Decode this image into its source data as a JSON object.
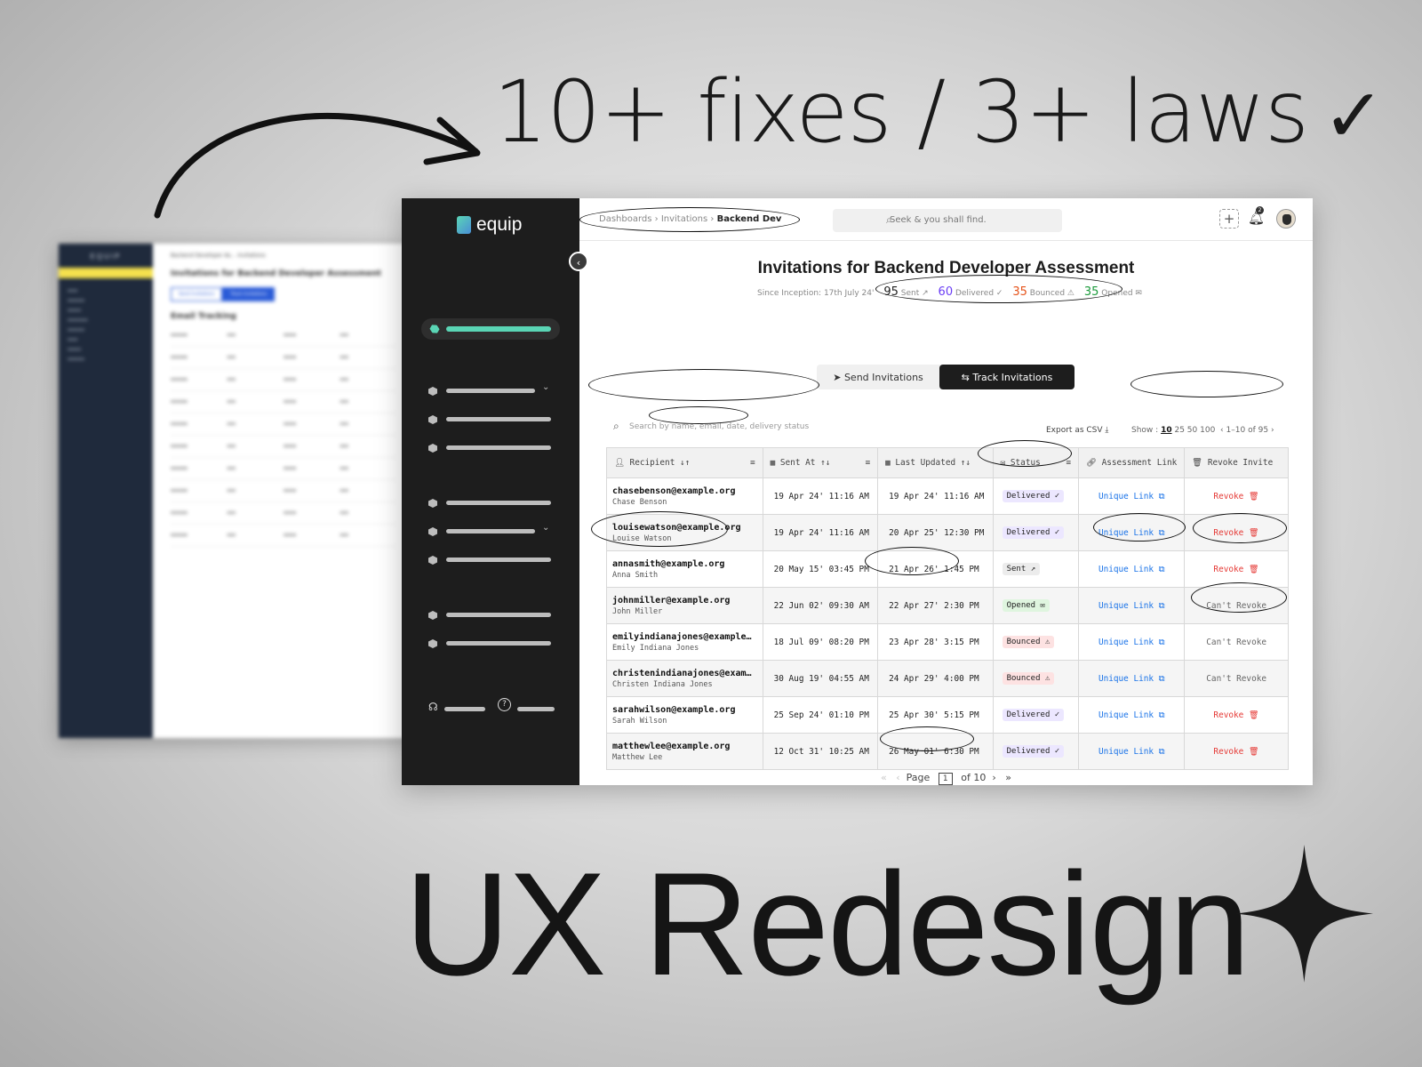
{
  "headline": {
    "text": "10+ fixes / 3+ laws",
    "check": "✓"
  },
  "big_title": "UX Redesign",
  "old_screen": {
    "logo": "EQUIP",
    "breadcrumb": "Backend Developer As... Invitations",
    "title": "Invitations for Backend Developer Assessment",
    "tabs": [
      "Send Invitations",
      "Track Invitations"
    ],
    "section": "Email Tracking"
  },
  "app": {
    "brand": "equip",
    "breadcrumb": {
      "part1": "Dashboards",
      "part2": "Invitations",
      "current": "Backend Dev"
    },
    "search_placeholder": "Seek & you shall find.",
    "notif_count": "2",
    "page_title": "Invitations for Backend Developer Assessment",
    "since": "Since Inception: 17th July 24'",
    "stats": {
      "sent_n": "95",
      "sent_l": "Sent ↗",
      "delivered_n": "60",
      "delivered_l": "Delivered ✓",
      "bounced_n": "35",
      "bounced_l": "Bounced ⚠",
      "opened_n": "35",
      "opened_l": "Opened ✉"
    },
    "tabs": {
      "send": "Send Invitations",
      "track": "Track Invitations"
    },
    "table_search_placeholder": "Search by name, email, date, delivery status",
    "export": "Export as CSV",
    "show_label": "Show :",
    "show_options": [
      "10",
      "25",
      "50",
      "100"
    ],
    "range": "1–10 of 95",
    "columns": [
      "Recipient",
      "Sent At",
      "Last Updated",
      "Status",
      "Assessment Link",
      "Revoke Invite"
    ],
    "rows": [
      {
        "email": "chasebenson@example.org",
        "name": "Chase Benson",
        "sent": "19 Apr 24' 11:16 AM",
        "updated": "19 Apr 24' 11:16 AM",
        "status": "Delivered",
        "status_icon": "✓",
        "link": "Unique Link",
        "action": "Revoke",
        "revocable": true
      },
      {
        "email": "louisewatson@example.org",
        "name": "Louise Watson",
        "sent": "19 Apr 24' 11:16 AM",
        "updated": "20 Apr 25' 12:30 PM",
        "status": "Delivered",
        "status_icon": "✓",
        "link": "Unique Link",
        "action": "Revoke",
        "revocable": true
      },
      {
        "email": "annasmith@example.org",
        "name": "Anna Smith",
        "sent": "20 May 15' 03:45 PM",
        "updated": "21 Apr 26'  1:45 PM",
        "status": "Sent",
        "status_icon": "↗",
        "link": "Unique Link",
        "action": "Revoke",
        "revocable": true
      },
      {
        "email": "johnmiller@example.org",
        "name": "John Miller",
        "sent": "22 Jun 02' 09:30 AM",
        "updated": "22 Apr 27'  2:30 PM",
        "status": "Opened",
        "status_icon": "✉",
        "link": "Unique Link",
        "action": "Can't Revoke",
        "revocable": false
      },
      {
        "email": "emilyindianajones@example.org",
        "name": "Emily Indiana Jones",
        "sent": "18 Jul 09' 08:20 PM",
        "updated": "23 Apr 28'  3:15 PM",
        "status": "Bounced",
        "status_icon": "⚠",
        "link": "Unique Link",
        "action": "Can't Revoke",
        "revocable": false
      },
      {
        "email": "christenindianajones@example.org",
        "name": "Christen Indiana Jones",
        "sent": "30 Aug 19' 04:55 AM",
        "updated": "24 Apr 29'  4:00 PM",
        "status": "Bounced",
        "status_icon": "⚠",
        "link": "Unique Link",
        "action": "Can't Revoke",
        "revocable": false
      },
      {
        "email": "sarahwilson@example.org",
        "name": "Sarah Wilson",
        "sent": "25 Sep 24' 01:10 PM",
        "updated": "25 Apr 30'  5:15 PM",
        "status": "Delivered",
        "status_icon": "✓",
        "link": "Unique Link",
        "action": "Revoke",
        "revocable": true
      },
      {
        "email": "matthewlee@example.org",
        "name": "Matthew Lee",
        "sent": "12 Oct 31' 10:25 AM",
        "updated": "26 May 01'  6:30 PM",
        "status": "Delivered",
        "status_icon": "✓",
        "link": "Unique Link",
        "action": "Revoke",
        "revocable": true
      }
    ],
    "pager": {
      "page_label": "Page",
      "page": "1",
      "of_label": "of 10"
    }
  },
  "colors": {
    "accent": "#5ad5b5",
    "delivered": "#6b3ef5",
    "bounced": "#e5531a",
    "opened": "#1a9a3a",
    "link": "#1a73e8",
    "revoke": "#e53935"
  }
}
